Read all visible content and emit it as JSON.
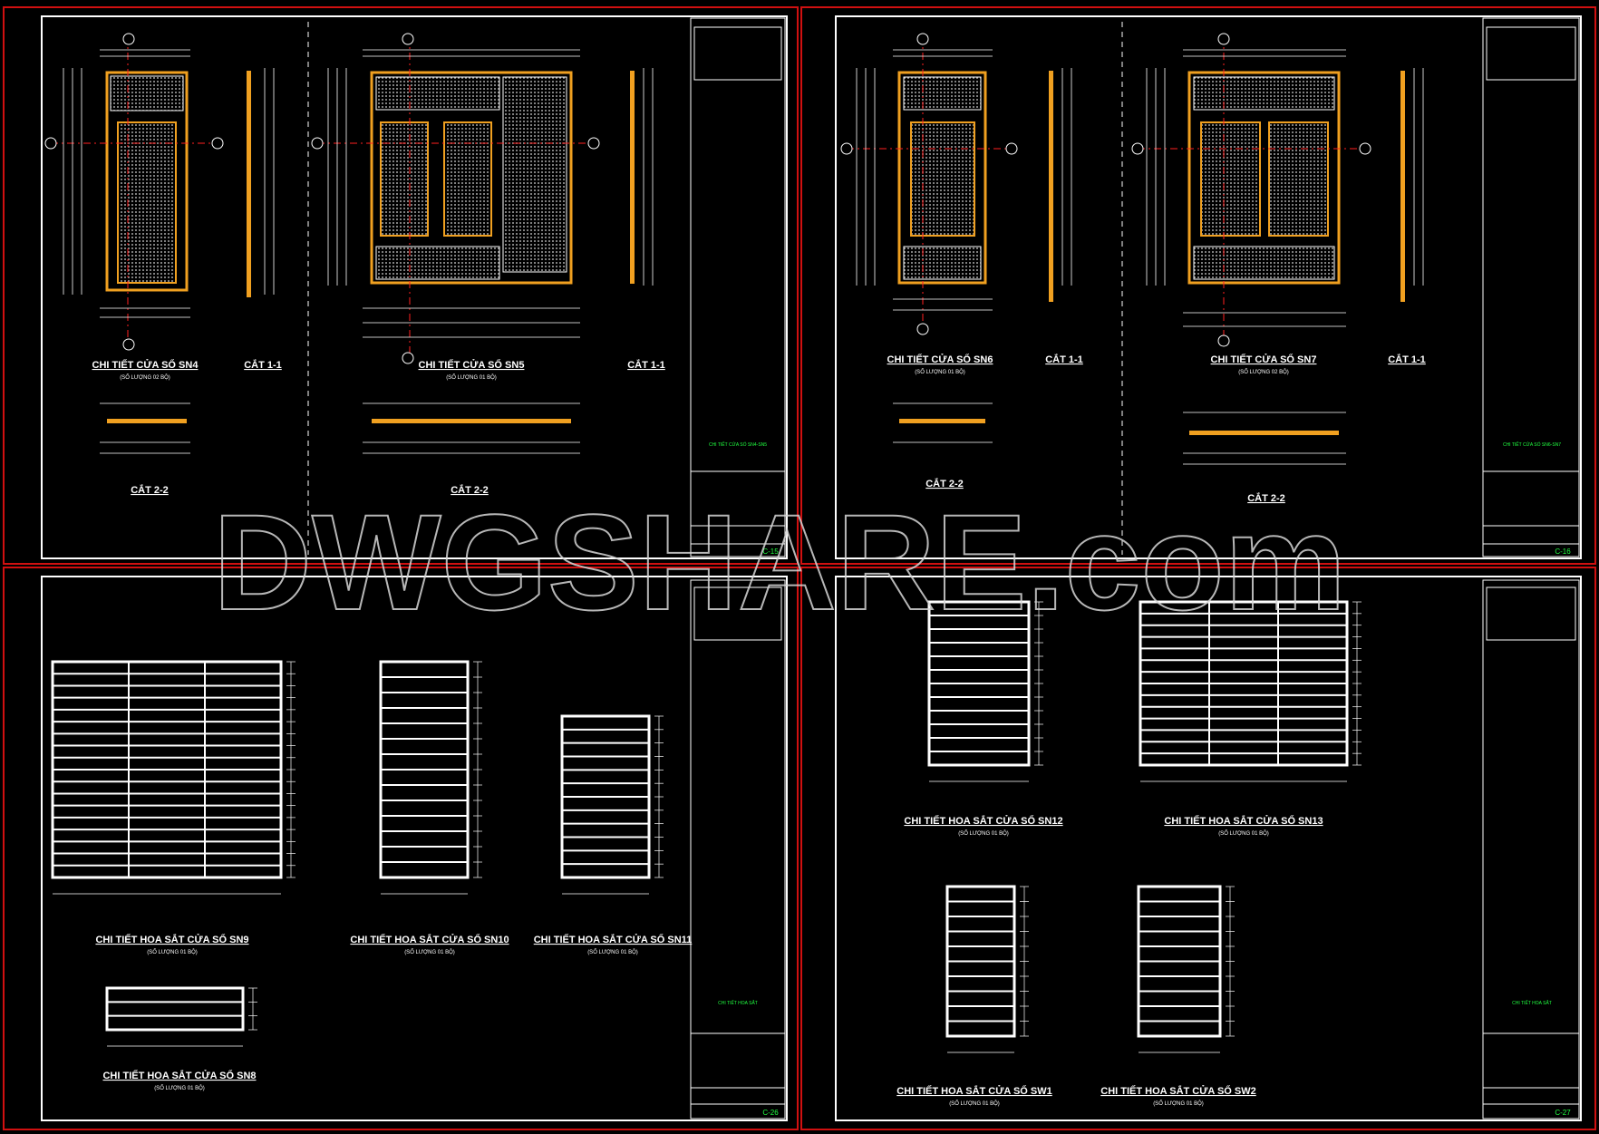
{
  "watermark": "DWGSHARE.com",
  "sheets": [
    {
      "code": "C-15",
      "title_green": "CHI TIẾT CỬA SỔ SN4-SN5",
      "labels": [
        {
          "t": "CHI TIẾT CỬA SỔ SN4",
          "s": "(SỐ LƯỢNG 02 BỘ)"
        },
        {
          "t": "CẮT 1-1",
          "s": ""
        },
        {
          "t": "CẮT 2-2",
          "s": ""
        },
        {
          "t": "CHI TIẾT CỬA SỔ SN5",
          "s": "(SỐ LƯỢNG 01 BỘ)"
        },
        {
          "t": "CẮT 1-1",
          "s": ""
        },
        {
          "t": "CẮT 2-2",
          "s": ""
        }
      ]
    },
    {
      "code": "C-16",
      "title_green": "CHI TIẾT CỬA SỔ SN6-SN7",
      "labels": [
        {
          "t": "CHI TIẾT CỬA SỔ SN6",
          "s": "(SỐ LƯỢNG 01 BỘ)"
        },
        {
          "t": "CẮT 1-1",
          "s": ""
        },
        {
          "t": "CẮT 2-2",
          "s": ""
        },
        {
          "t": "CHI TIẾT CỬA SỔ SN7",
          "s": "(SỐ LƯỢNG 02 BỘ)"
        },
        {
          "t": "CẮT 1-1",
          "s": ""
        },
        {
          "t": "CẮT 2-2",
          "s": ""
        }
      ]
    },
    {
      "code": "C-26",
      "title_green": "CHI TIẾT HOA SẮT",
      "labels": [
        {
          "t": "CHI TIẾT HOA SẮT CỬA SỔ SN9",
          "s": "(SỐ LƯỢNG 01 BỘ)"
        },
        {
          "t": "CHI TIẾT HOA SẮT CỬA SỔ SN10",
          "s": "(SỐ LƯỢNG 01 BỘ)"
        },
        {
          "t": "CHI TIẾT HOA SẮT CỬA SỔ SN11",
          "s": "(SỐ LƯỢNG 01 BỘ)"
        },
        {
          "t": "CHI TIẾT HOA SẮT CỬA SỔ SN8",
          "s": "(SỐ LƯỢNG 01 BỘ)"
        }
      ]
    },
    {
      "code": "C-27",
      "title_green": "CHI TIẾT HOA SẮT",
      "labels": [
        {
          "t": "CHI TIẾT HOA SẮT CỬA SỔ SN12",
          "s": "(SỐ LƯỢNG 01 BỘ)"
        },
        {
          "t": "CHI TIẾT HOA SẮT CỬA SỔ SN13",
          "s": "(SỐ LƯỢNG 01 BỘ)"
        },
        {
          "t": "CHI TIẾT HOA SẮT CỬA SỔ SW1",
          "s": "(SỐ LƯỢNG 01 BỘ)"
        },
        {
          "t": "CHI TIẾT HOA SẮT CỬA SỔ SW2",
          "s": "(SỐ LƯỢNG 01 BỘ)"
        }
      ]
    }
  ],
  "colors": {
    "frame": "#d01010",
    "line": "#ffffff",
    "wood": "#f0a020",
    "accent": "#ff2020",
    "green": "#20ff40",
    "grid": "#9a9a9a"
  }
}
